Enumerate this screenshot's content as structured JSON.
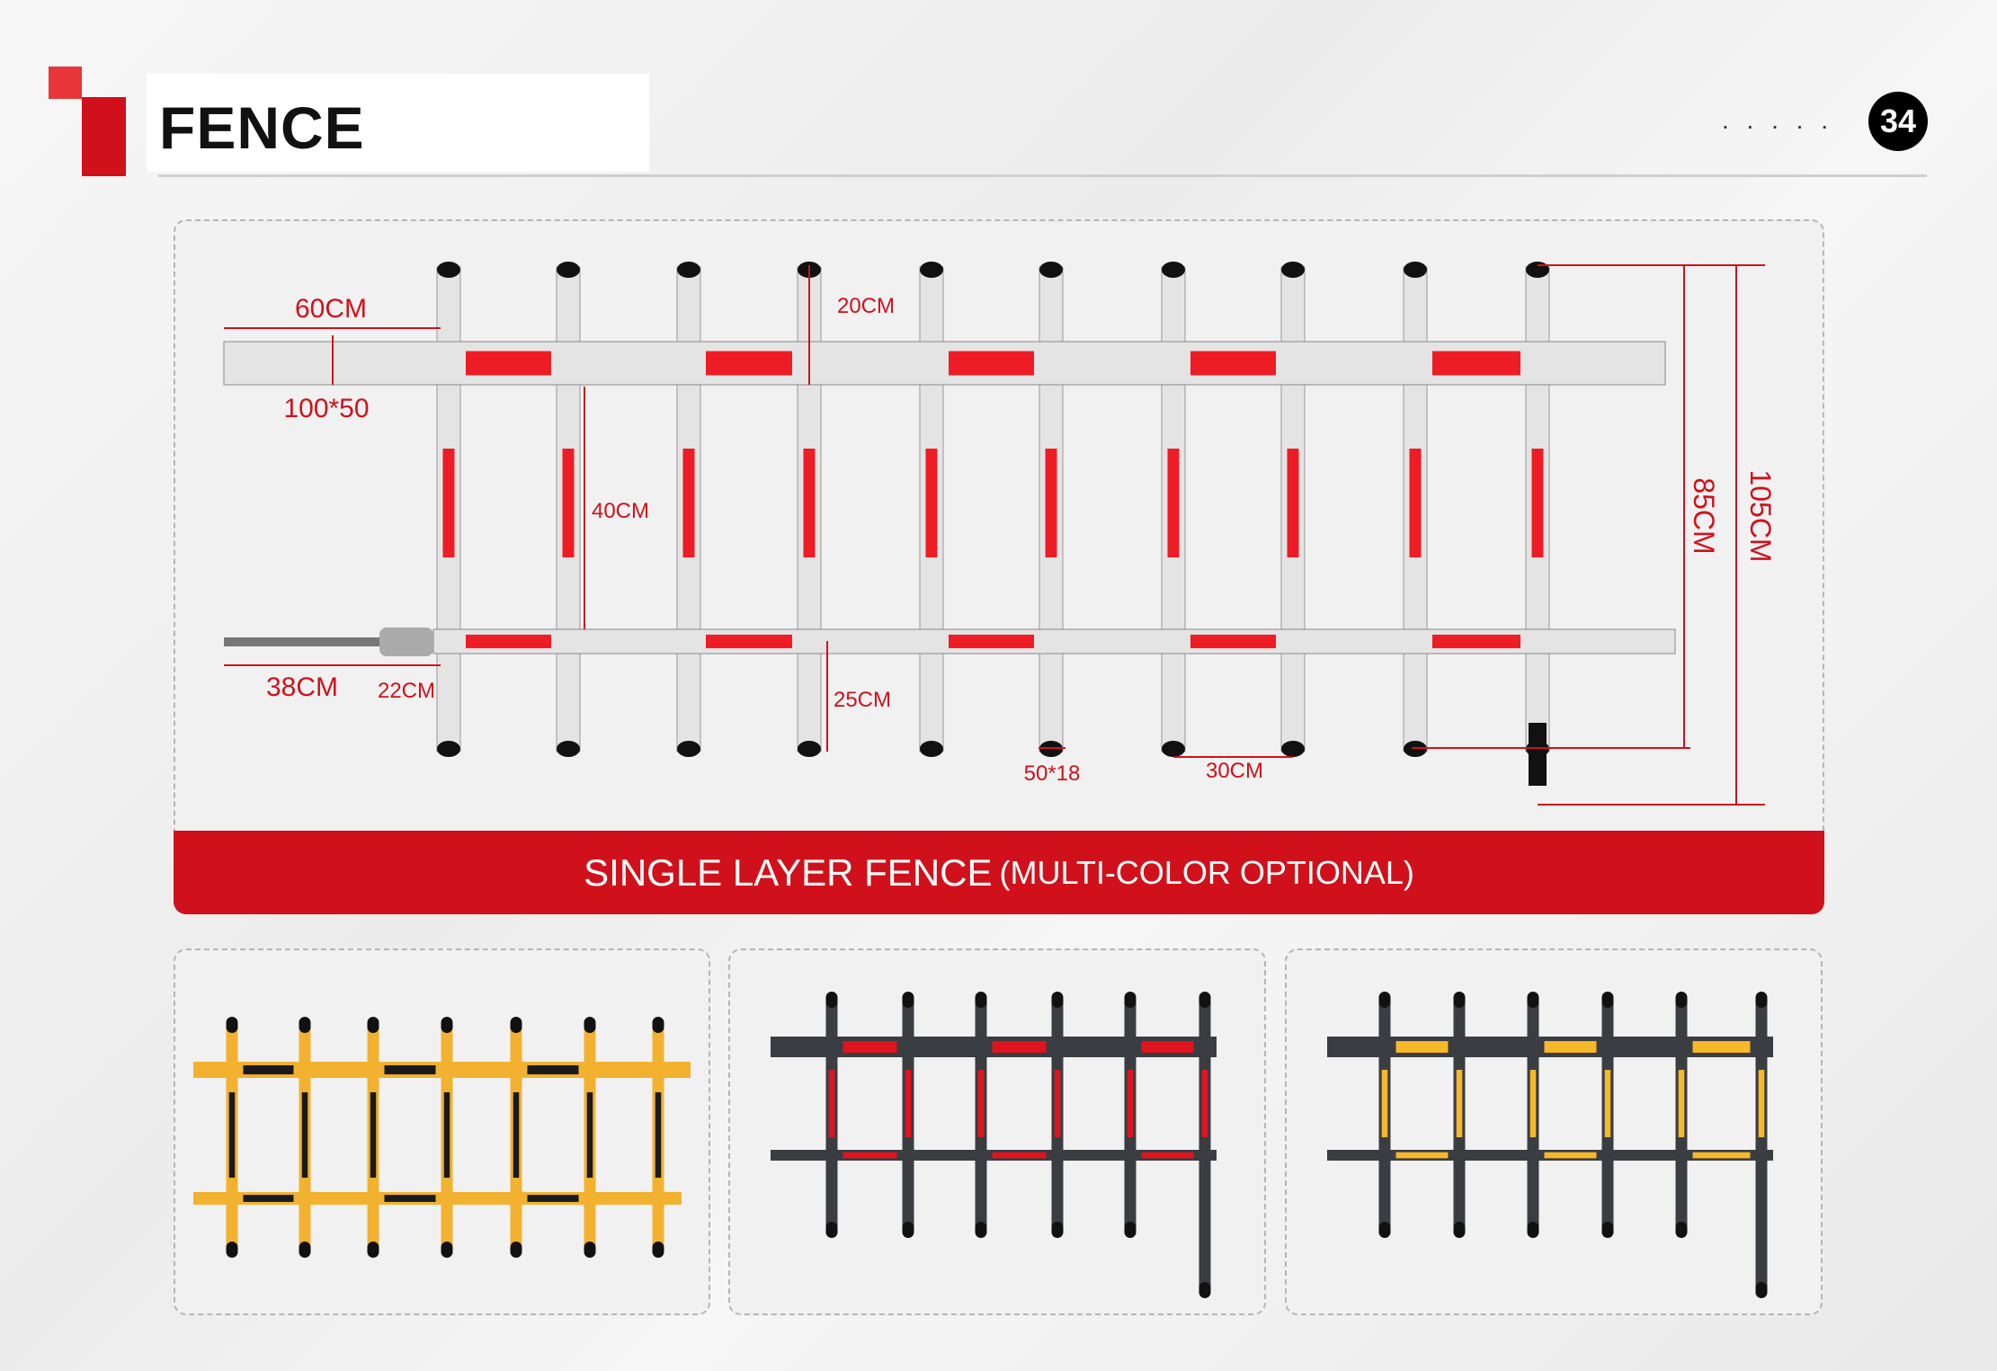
{
  "header": {
    "title": "FENCE",
    "page_dots": ". . . . .",
    "page_number": "34"
  },
  "main": {
    "caption_main": "SINGLE LAYER FENCE",
    "caption_sub": "(MULTI-COLOR OPTIONAL)",
    "dimensions": {
      "arm_overhang": "60CM",
      "rail_section": "100*50",
      "top_post": "20CM",
      "rail_gap": "40CM",
      "rod": "38CM",
      "connector": "22CM",
      "bottom_post": "25CM",
      "post_section": "50*18",
      "post_spacing": "30CM",
      "height_85": "85CM",
      "height_105": "105CM"
    }
  },
  "colors": {
    "accent": "#d0111b",
    "silver": "#e4e4e4",
    "yellow": "#f2b230",
    "dark": "#3a3d42",
    "black": "#111111"
  },
  "variants": [
    {
      "name": "yellow-black",
      "body": "#f2b230",
      "stripe": "#1a1a1a"
    },
    {
      "name": "dark-red",
      "body": "#3a3d42",
      "stripe": "#e0141e"
    },
    {
      "name": "dark-yellow",
      "body": "#3a3d42",
      "stripe": "#f7b82a"
    }
  ]
}
